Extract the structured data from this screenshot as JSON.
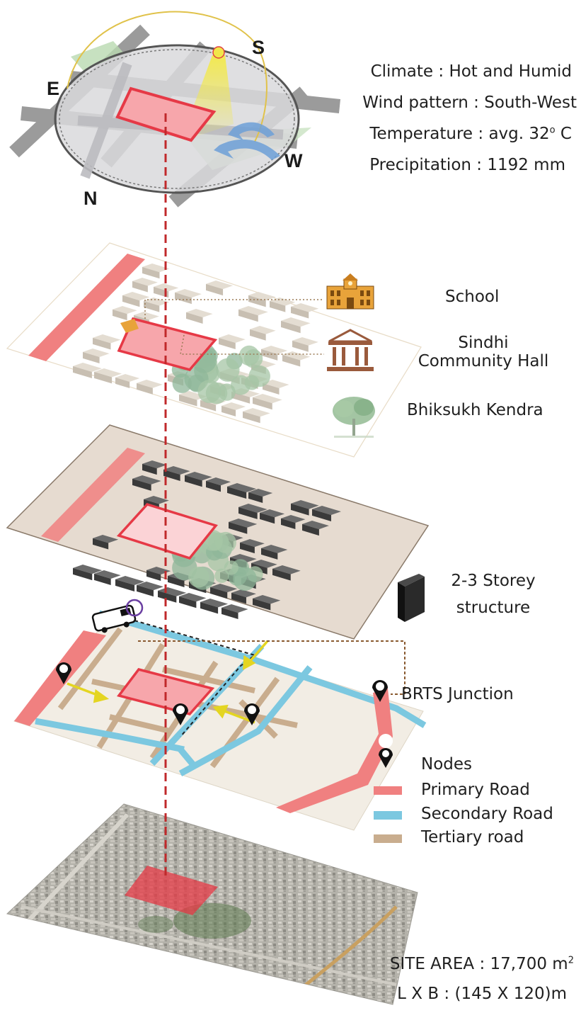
{
  "compass": {
    "south": "S",
    "east": "E",
    "west": "W",
    "north": "N"
  },
  "climate": {
    "climate": "Climate : Hot and Humid",
    "wind": "Wind pattern : South-West",
    "temperature_prefix": "Temperature : avg. 32",
    "temperature_degree": "o",
    "temperature_suffix": " C",
    "precipitation": "Precipitation : 1192 mm"
  },
  "landmarks": {
    "school": "School",
    "community_hall_line1": "Sindhi",
    "community_hall_line2": "Community Hall",
    "bhiksukh": "Bhiksukh Kendra"
  },
  "buildings": {
    "storey_line1": "2-3 Storey",
    "storey_line2": "structure"
  },
  "roads": {
    "brts": "BRTS Junction",
    "legend": [
      {
        "label": "Nodes",
        "icon": "node-pin-icon"
      },
      {
        "label": "Primary Road",
        "color": "#f08080"
      },
      {
        "label": "Secondary Road",
        "color": "#7cc8e0"
      },
      {
        "label": "Tertiary road",
        "color": "#c9ad8e"
      }
    ]
  },
  "site": {
    "area_prefix": "SITE AREA : 17,700 m",
    "area_sup": "2",
    "dimensions": "L X B : (145 X 120)m"
  },
  "colors": {
    "site_red": "#e63946",
    "site_fill": "#f4a3a8",
    "primary_road": "#f08080",
    "secondary_road": "#7cc8e0",
    "tertiary_road": "#c9ad8e",
    "context_base": "#e6dbd0",
    "building_dark": "#555555",
    "tree_green": "#8fb79a",
    "school_gold": "#e8a33a",
    "hall_brown": "#9a5a3c"
  }
}
